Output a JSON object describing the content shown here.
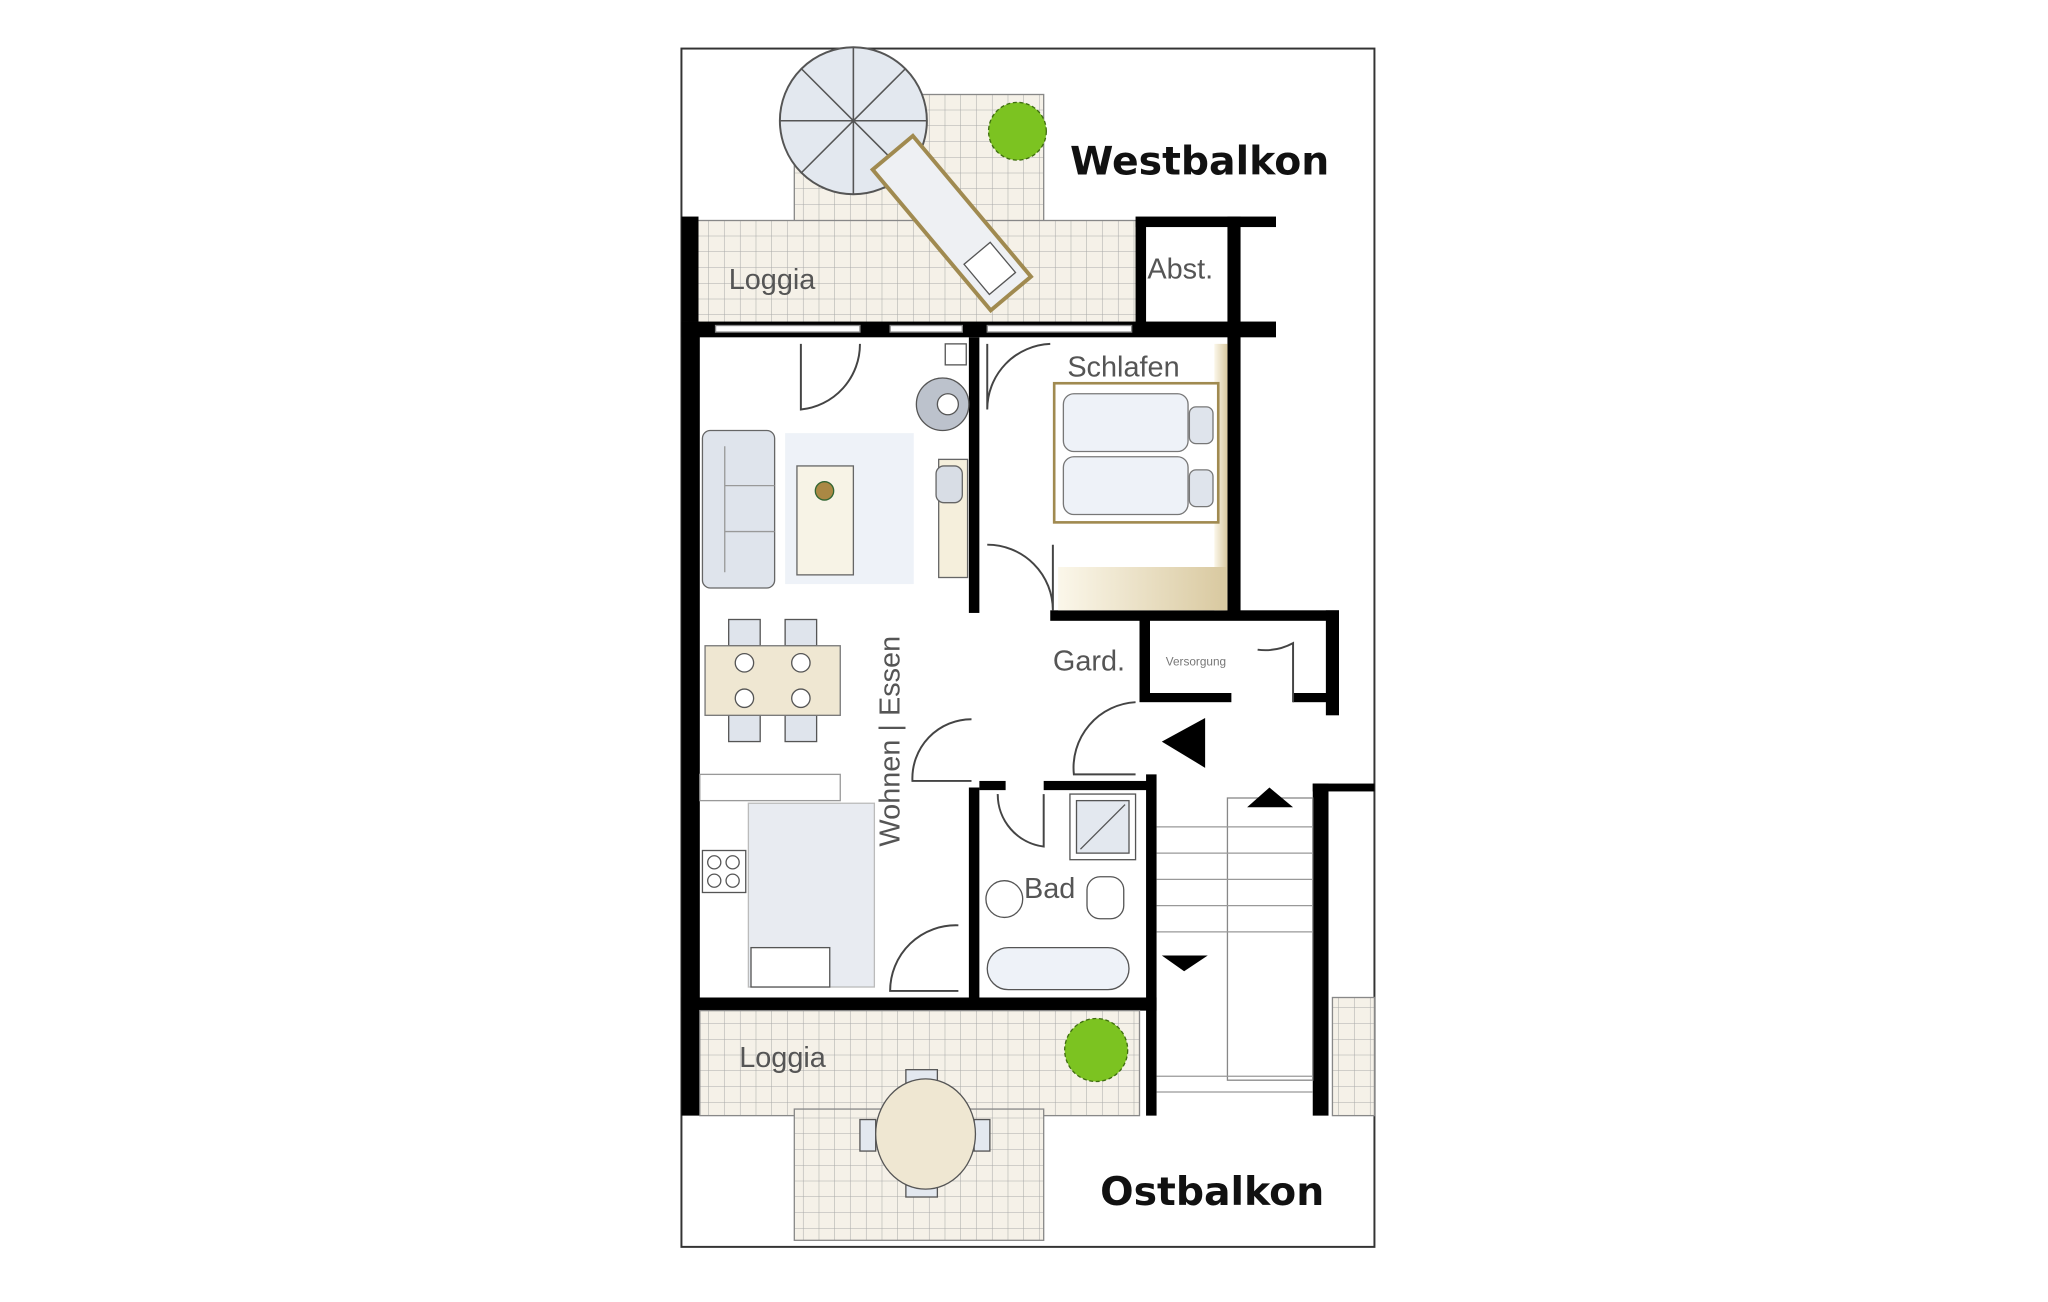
{
  "plan": {
    "balcony_west": "Westbalkon",
    "balcony_east": "Ostbalkon",
    "rooms": {
      "loggia_top": "Loggia",
      "abstellraum": "Abst.",
      "schlafen": "Schlafen",
      "wohnen_essen": "Wohnen | Essen",
      "garderobe": "Gard.",
      "versorgung": "Versorgung",
      "bad": "Bad",
      "loggia_bottom": "Loggia"
    },
    "colors": {
      "wall": "#000000",
      "tile": "#f3efe6",
      "furniture": "#dfe4ec",
      "wood": "#efe7d2",
      "plant": "#7cc321"
    }
  }
}
